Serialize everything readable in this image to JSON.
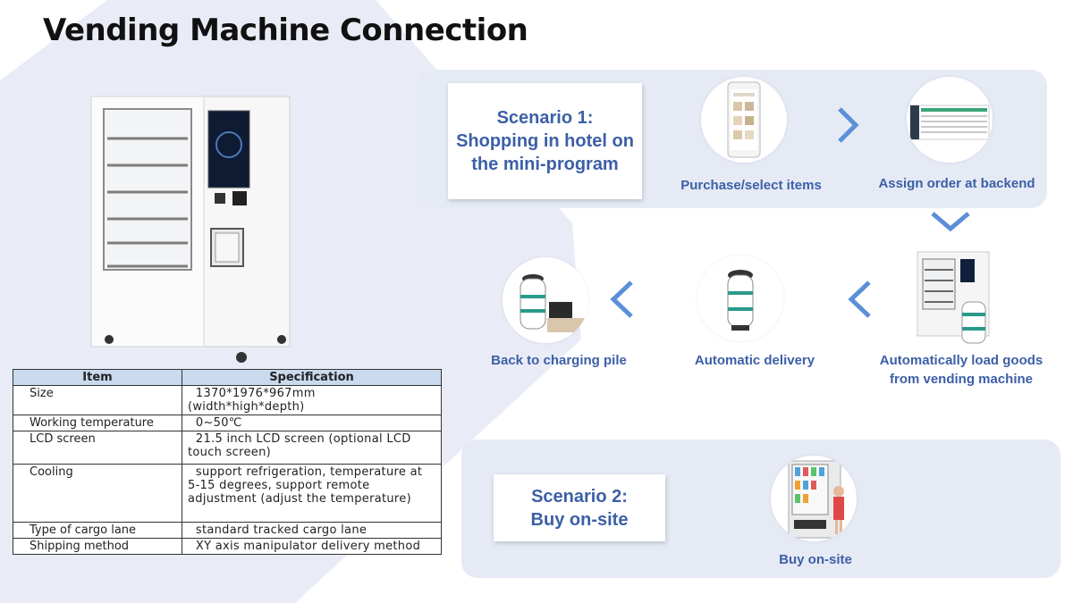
{
  "title": "Vending Machine Connection",
  "scenario1": {
    "label": "Scenario 1:\nShopping in hotel on\nthe mini-program"
  },
  "scenario2": {
    "label": "Scenario 2:\nBuy on-site"
  },
  "steps": {
    "purchase": "Purchase/select items",
    "assign": "Assign order at backend",
    "load": "Automatically load goods\nfrom vending machine",
    "delivery": "Automatic delivery",
    "charging": "Back to charging pile",
    "buy_onsite": "Buy on-site"
  },
  "spec_table": {
    "headers": [
      "Item",
      "Specification"
    ],
    "rows": [
      [
        "Size",
        "  1370*1976*967mm (width*high*depth)"
      ],
      [
        "Working temperature",
        "  0~50℃"
      ],
      [
        "LCD screen",
        "  21.5 inch LCD screen (optional LCD touch screen)"
      ],
      [
        "Cooling",
        "  support refrigeration, temperature at 5-15 degrees, support remote adjustment (adjust the temperature)"
      ],
      [
        "Type of cargo lane",
        "  standard tracked cargo lane"
      ],
      [
        "Shipping method",
        "  XY axis manipulator delivery method"
      ]
    ]
  },
  "colors": {
    "accent": "#3c5fa6",
    "chevron": "#5b8fd8",
    "panel": "#e6eaf5",
    "background_shape": "#e9ecf6",
    "table_header": "#c9d9ee"
  },
  "icons": [
    "chevron-right-icon",
    "chevron-down-icon",
    "chevron-left-icon"
  ]
}
